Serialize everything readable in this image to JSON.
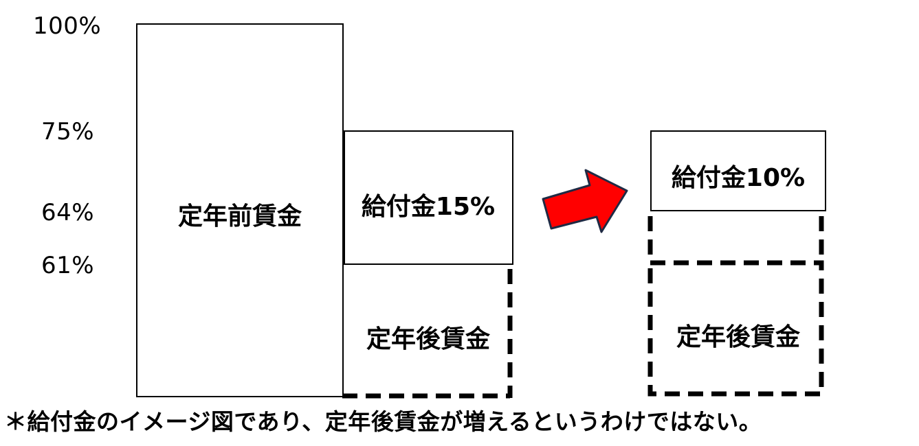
{
  "axis_labels": [
    "100%",
    "75%",
    "64%",
    "61%"
  ],
  "left_diagram": {
    "pre_retirement_wage": "定年前賃金",
    "benefit": "給付金15%",
    "post_retirement_wage": "定年後賃金"
  },
  "right_diagram": {
    "benefit": "給付金10%",
    "post_retirement_wage": "定年後賃金"
  },
  "arrow_color": "#ff0000",
  "footnote": "＊給付金のイメージ図であり、定年後賃金が増えるというわけではない。"
}
